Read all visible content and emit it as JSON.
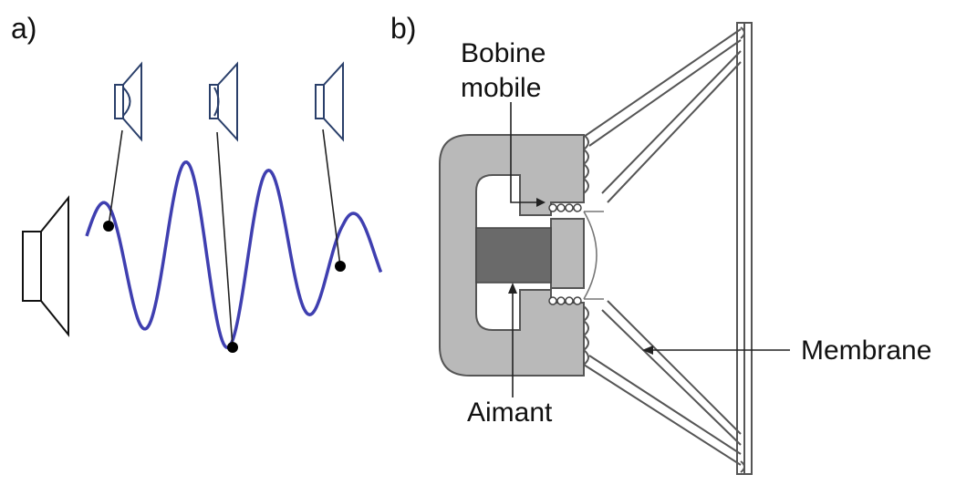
{
  "panel_a": {
    "label": "a)"
  },
  "panel_b": {
    "label": "b)",
    "labels": {
      "coil_line1": "Bobine",
      "coil_line2": "mobile",
      "magnet": "Aimant",
      "membrane": "Membrane"
    }
  },
  "colors": {
    "wave": "#3f3fb0",
    "speaker_outline": "#2a3f6a",
    "magnet_body": "#b9b9b9",
    "magnet_core": "#6a6a6a",
    "line": "#222222"
  },
  "icons": [
    "speaker-icon",
    "wave-curve",
    "loudspeaker-cross-section"
  ]
}
